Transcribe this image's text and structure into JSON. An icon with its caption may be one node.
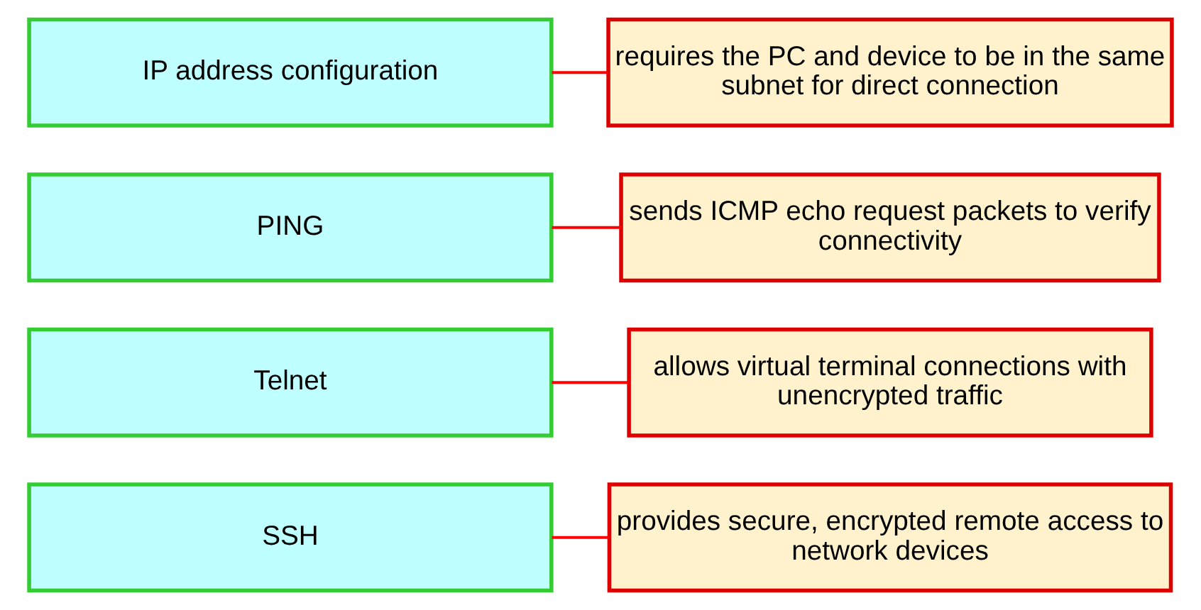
{
  "diagram": {
    "nodes": [
      {
        "text": [
          "SSH"
        ]
      },
      {
        "text": [
          "Telnet"
        ]
      },
      {
        "text": [
          "PING"
        ]
      },
      {
        "text": [
          "IP address configuration"
        ]
      },
      {
        "text": [
          "sends ICMP echo request packets to verify connectivity"
        ]
      },
      {
        "text": [
          "allows virtual terminal connections with unencrypted traffic"
        ]
      },
      {
        "text": [
          "provides secure, encrypted remote access to network devices"
        ]
      },
      {
        "text": [
          "requires the PC and device to be in the same subnet for direct connection"
        ]
      }
    ],
    "edges": [
      {
        "from": 0,
        "to": 6,
        "arrow": "none"
      },
      {
        "from": 1,
        "to": 5,
        "arrow": "none"
      },
      {
        "from": 2,
        "to": 4,
        "arrow": "none"
      },
      {
        "from": 3,
        "to": 7,
        "arrow": "none"
      }
    ]
  }
}
